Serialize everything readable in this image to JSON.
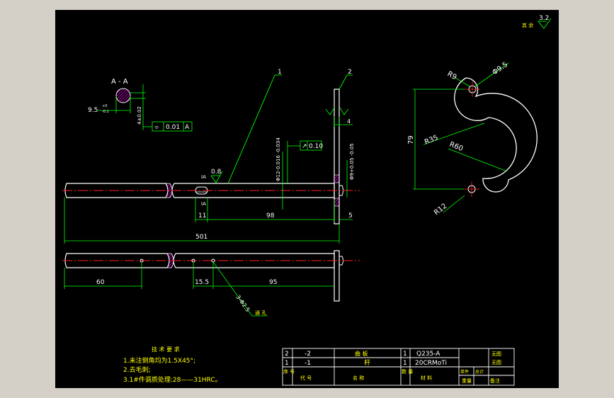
{
  "section": {
    "label": "A - A",
    "dim_width": "9.5",
    "dim_tol_upper": "+0",
    "dim_tol_lower": "-0.1",
    "dim_height": "4±0.02",
    "flatness_value": "0.01",
    "flatness_datum": "A"
  },
  "roughness": {
    "general_label": "其 余",
    "general_value": "3.2",
    "shaft_value": "0.8"
  },
  "balloons": {
    "part1": "1",
    "part2": "2"
  },
  "rod_top": {
    "dia_label": "Φ12-0.016 -0.034",
    "runout_value": "0.10",
    "dia2_label": "Φ9+0.05 -0.05",
    "plate_thickness": "4",
    "datum_mark": "IA",
    "dim_slot": "11",
    "dim_98": "98",
    "dim_5": "5",
    "dim_total": "501"
  },
  "rod_bottom": {
    "dim_60": "60",
    "dim_155": "15.5",
    "dim_95": "95",
    "hole_note": "3-Φ2.5",
    "hole_suffix": "通 孔"
  },
  "plate": {
    "r9": "R9",
    "d95": "Φ9.5",
    "h79": "79",
    "r35": "R35",
    "r60": "R60",
    "r12": "R12"
  },
  "tech": {
    "title": "技 术 要 求",
    "line1": "1.未注倒角均为1.5X45°;",
    "line2": "2.去毛刺;",
    "line3": "3.1#件调质处理:28——31HRC。"
  },
  "title_block": {
    "rows": [
      {
        "no": "2",
        "code": "-2",
        "name": "曲 板",
        "qty": "1",
        "material": "Q235-A"
      },
      {
        "no": "1",
        "code": "-1",
        "name": "杆",
        "qty": "1",
        "material": "20CRMoTi"
      }
    ],
    "h_no": "序 号",
    "h_code": "代 号",
    "h_name": "名 称",
    "h_qty": "数 量",
    "h_material": "材 料",
    "c_single": "单件",
    "c_total": "总计",
    "c_weight": "重量",
    "c_remark": "备注",
    "w1": "无图",
    "w2": "无图"
  },
  "colors": {
    "background": "#000000",
    "outline": "#ffffff",
    "centerline": "#ff2020",
    "dimension": "#00ff00",
    "text": "#ffff00",
    "hatch": "#ff00ff"
  }
}
